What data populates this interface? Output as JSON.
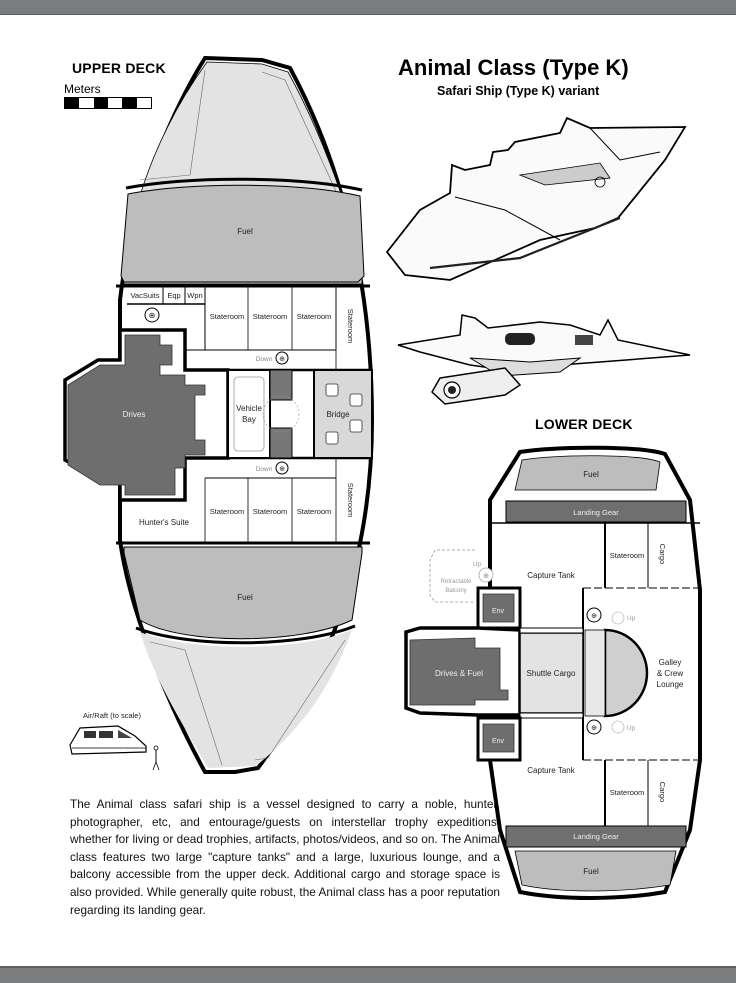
{
  "header": {
    "title": "Animal Class (Type K)",
    "subtitle": "Safari Ship (Type K) variant"
  },
  "scale": {
    "label": "Meters",
    "segments": [
      "black",
      "white",
      "black",
      "white",
      "black",
      "white"
    ]
  },
  "upper_deck": {
    "label": "UPPER DECK",
    "rooms": {
      "fuel_fore": "Fuel",
      "vacsuits": "VacSuits",
      "eqp": "Eqp",
      "wpn": "Wpn",
      "stateroom_1": "Stateroom",
      "stateroom_2": "Stateroom",
      "stateroom_3": "Stateroom",
      "stateroom_4": "Stateroom",
      "down_1": "Down",
      "drives": "Drives",
      "vehicle_bay_1": "Vehicle",
      "vehicle_bay_2": "Bay",
      "bridge": "Bridge",
      "down_2": "Down",
      "hunters_suite": "Hunter's Suite",
      "stateroom_5": "Stateroom",
      "stateroom_6": "Stateroom",
      "stateroom_7": "Stateroom",
      "stateroom_8": "Stateroom",
      "fuel_aft": "Fuel"
    }
  },
  "air_raft": {
    "label": "Air/Raft (to scale)"
  },
  "lower_deck": {
    "label": "LOWER DECK",
    "rooms": {
      "fuel_fore": "Fuel",
      "landing_gear_fore": "Landing Gear",
      "up_1": "Up",
      "retractable_balcony_1": "Retractable",
      "retractable_balcony_2": "Balcony",
      "capture_tank_1": "Capture Tank",
      "stateroom_1": "Stateroom",
      "cargo_1": "Cargo",
      "env_1": "Env",
      "up_2": "Up",
      "drives_fuel": "Drives & Fuel",
      "shuttle_cargo": "Shuttle Cargo",
      "galley_1": "Galley",
      "galley_2": "& Crew",
      "galley_3": "Lounge",
      "env_2": "Env",
      "up_3": "Up",
      "capture_tank_2": "Capture Tank",
      "stateroom_2": "Stateroom",
      "cargo_2": "Cargo",
      "landing_gear_aft": "Landing Gear",
      "fuel_aft": "Fuel"
    }
  },
  "description": "The Animal class safari ship is a vessel designed to carry a noble, hunter, photographer, etc, and entourage/guests on interstellar trophy expeditions, whether for living or dead trophies, artifacts, photos/videos, and so on.  The Animal class features two large \"capture tanks\" and a large, luxurious lounge, and a balcony accessible from the upper deck.  Additional cargo and storage space is also provided.  While generally quite robust, the Animal class has a poor reputation regarding its landing gear.",
  "colors": {
    "frame_bar": "#7b7c7e",
    "fuel": "#bdbdbd",
    "hull_light": "#e3e3e3",
    "drives": "#6e6e6e",
    "landing_gear": "#6f6f6f",
    "bridge_floor": "#d8d8d8"
  }
}
